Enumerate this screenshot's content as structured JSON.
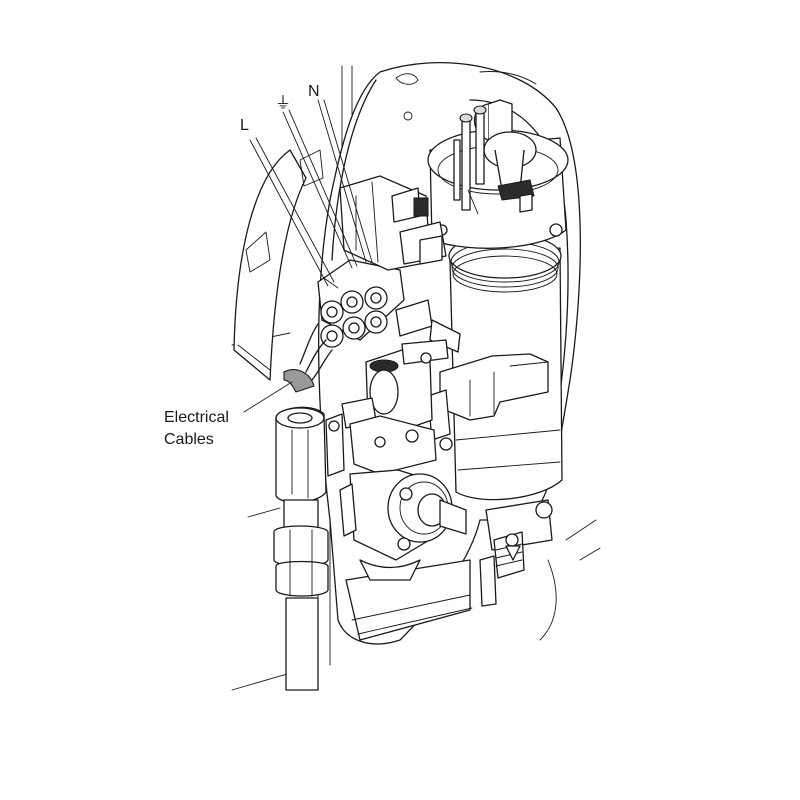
{
  "labels": {
    "live": "L",
    "earth": "⏚",
    "neutral": "N",
    "cables_line1": "Electrical",
    "cables_line2": "Cables"
  }
}
